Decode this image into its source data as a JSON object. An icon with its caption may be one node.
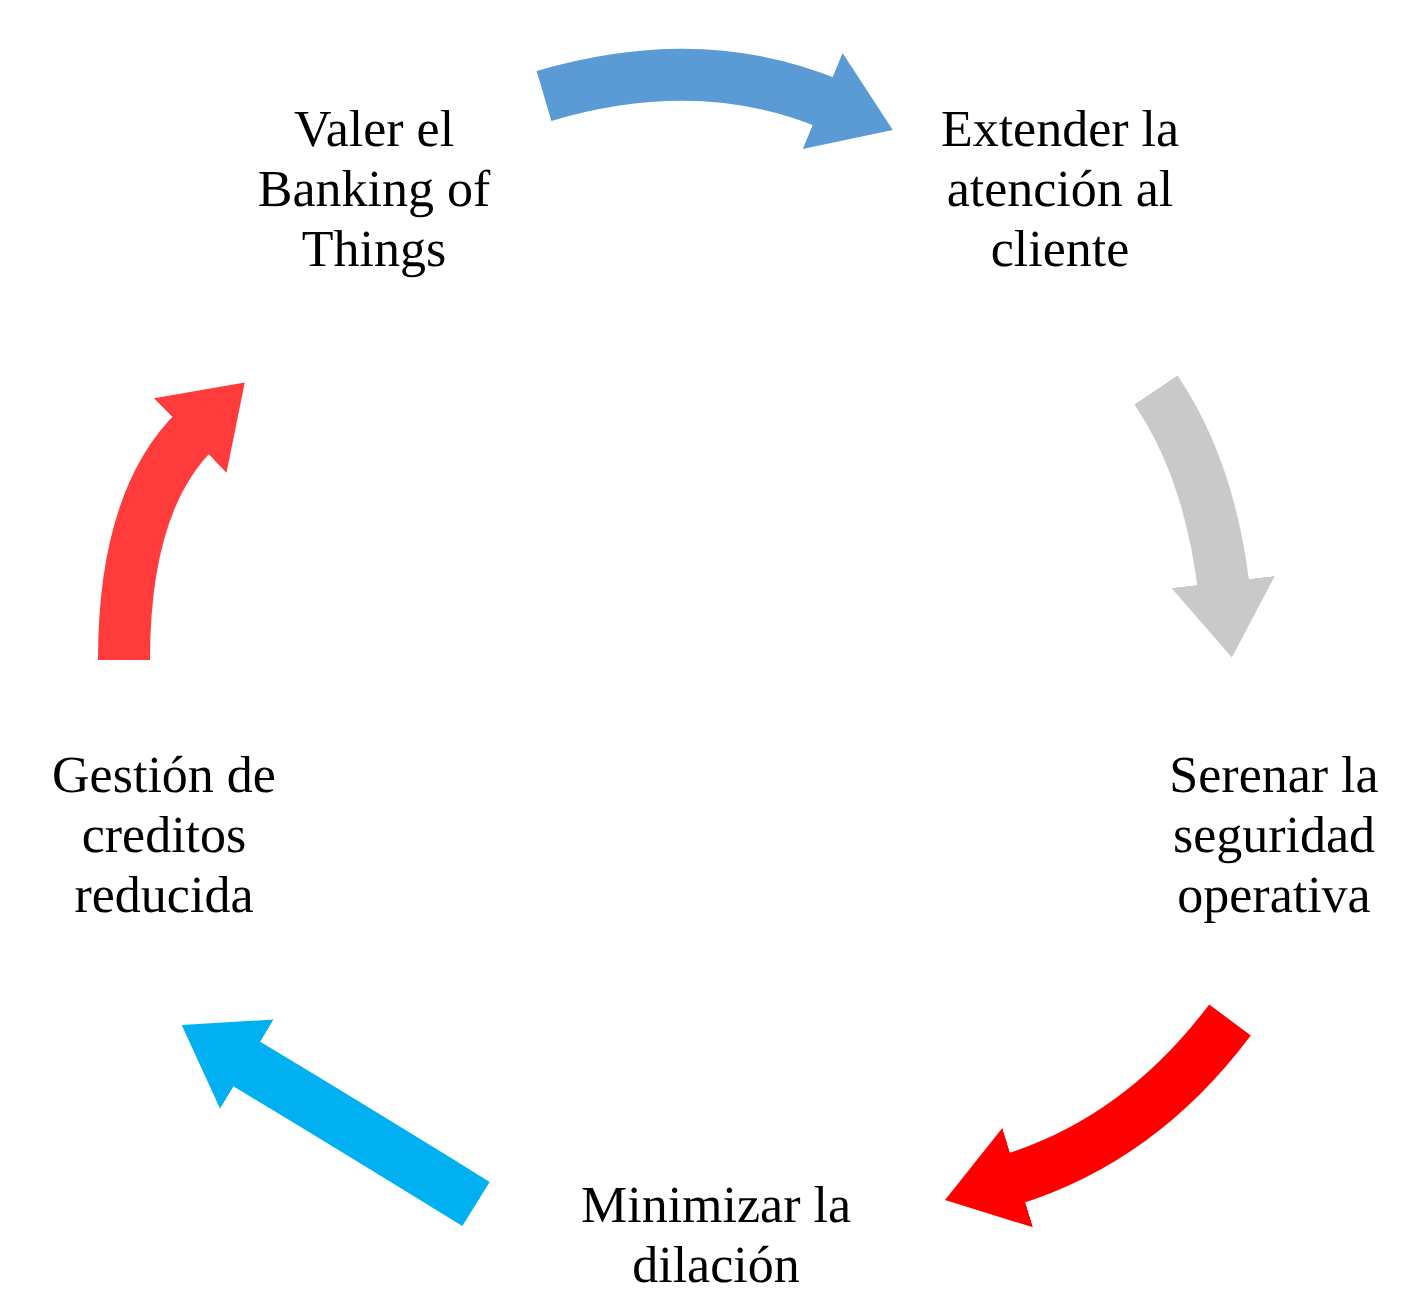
{
  "diagram": {
    "nodes": [
      {
        "text": [
          "Valer el Banking of Things"
        ]
      },
      {
        "text": [
          "Extender la atención al cliente"
        ]
      },
      {
        "text": [
          "Serenar la seguridad operativa"
        ]
      },
      {
        "text": [
          "Minimizar la dilación"
        ]
      },
      {
        "text": [
          "Gestión de creditos reducida"
        ]
      }
    ],
    "edges": [
      {
        "from": 0,
        "to": 1,
        "arrow": "to",
        "color": "#5b9bd5"
      },
      {
        "from": 1,
        "to": 2,
        "arrow": "to",
        "color": "#c9c9c9"
      },
      {
        "from": 2,
        "to": 3,
        "arrow": "to",
        "color": "#ff0000"
      },
      {
        "from": 3,
        "to": 4,
        "arrow": "to",
        "color": "#00b0f0"
      },
      {
        "from": 4,
        "to": 0,
        "arrow": "to",
        "color": "#ff3b3b"
      }
    ]
  }
}
